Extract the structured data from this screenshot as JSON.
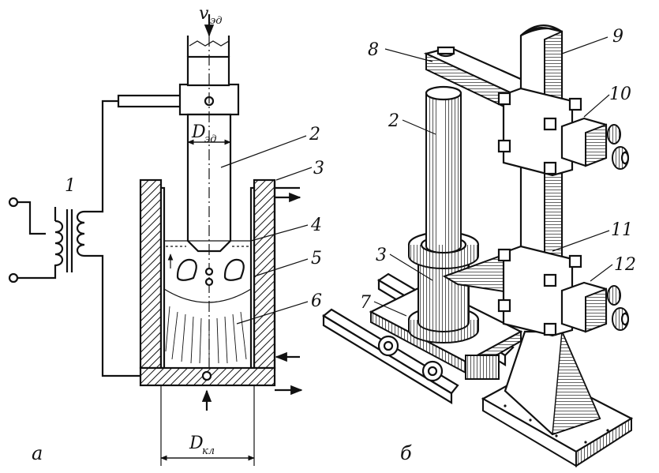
{
  "figure_a": {
    "caption": "а",
    "velocity_label": "v",
    "velocity_sub": "эд",
    "electrode_dia_label": "D",
    "electrode_dia_sub": "эд",
    "mold_dia_label": "D",
    "mold_dia_sub": "кл",
    "callouts": [
      "1",
      "2",
      "3",
      "4",
      "5",
      "6"
    ]
  },
  "figure_b": {
    "caption": "б",
    "callouts": [
      "2",
      "3",
      "7",
      "8",
      "9",
      "10",
      "11",
      "12"
    ]
  }
}
